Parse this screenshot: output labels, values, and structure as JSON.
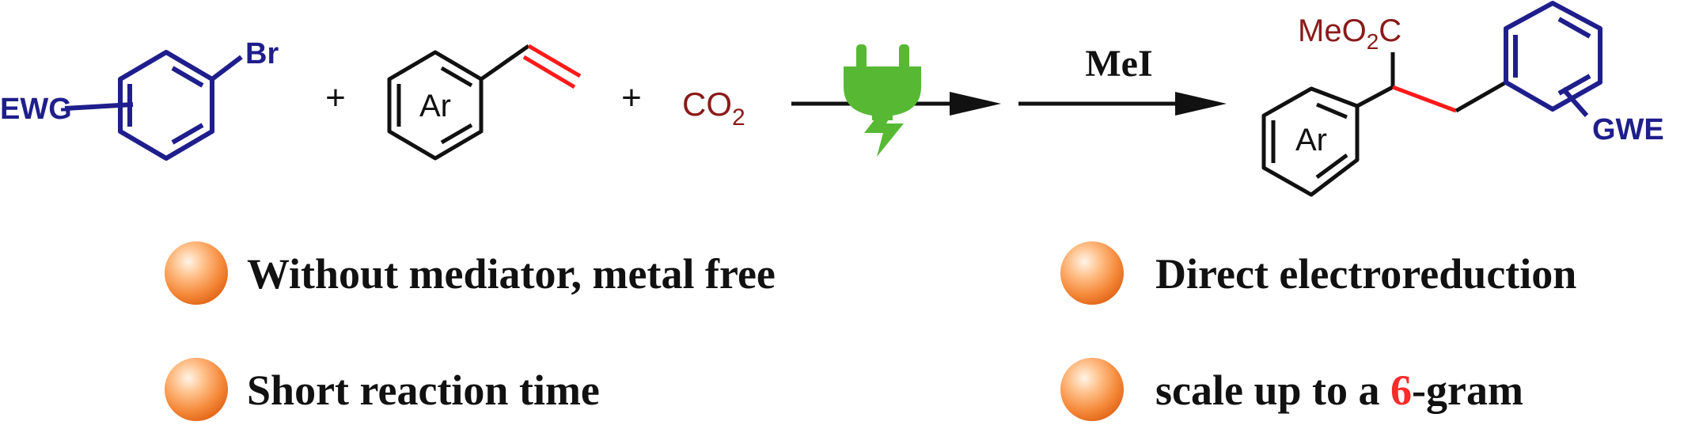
{
  "colors": {
    "ink": "#111111",
    "substituent_blue": "#1f1e8c",
    "co2_red": "#8b1a1a",
    "new_bond_red": "#ff1a1a",
    "plug_green": "#56b833",
    "bullet_orange": "#f08a3c",
    "highlight_red": "#ff2a2a"
  },
  "icons": {
    "electricity": "electric-plug-icon",
    "bullet": "orange-sphere-bullet-icon"
  },
  "reaction": {
    "substrate1": {
      "ring_text": "",
      "substituent": "EWG",
      "leaving_group": "Br"
    },
    "plus1": "+",
    "substrate2": {
      "ring_text": "Ar"
    },
    "plus2": "+",
    "co2": {
      "main": "CO",
      "subscript": "2"
    },
    "reagent": "MeI",
    "product": {
      "ester_prefix": "MeO",
      "ester_subscript": "2",
      "ester_suffix": "C",
      "ring_text": "Ar",
      "substituent": "GWE"
    }
  },
  "features": {
    "left_top": "Without mediator, metal free",
    "right_top": "Direct electroreduction",
    "left_bottom": "Short reaction time",
    "right_bottom_before": "scale up to a ",
    "right_bottom_highlight": "6",
    "right_bottom_after": "-gram"
  }
}
